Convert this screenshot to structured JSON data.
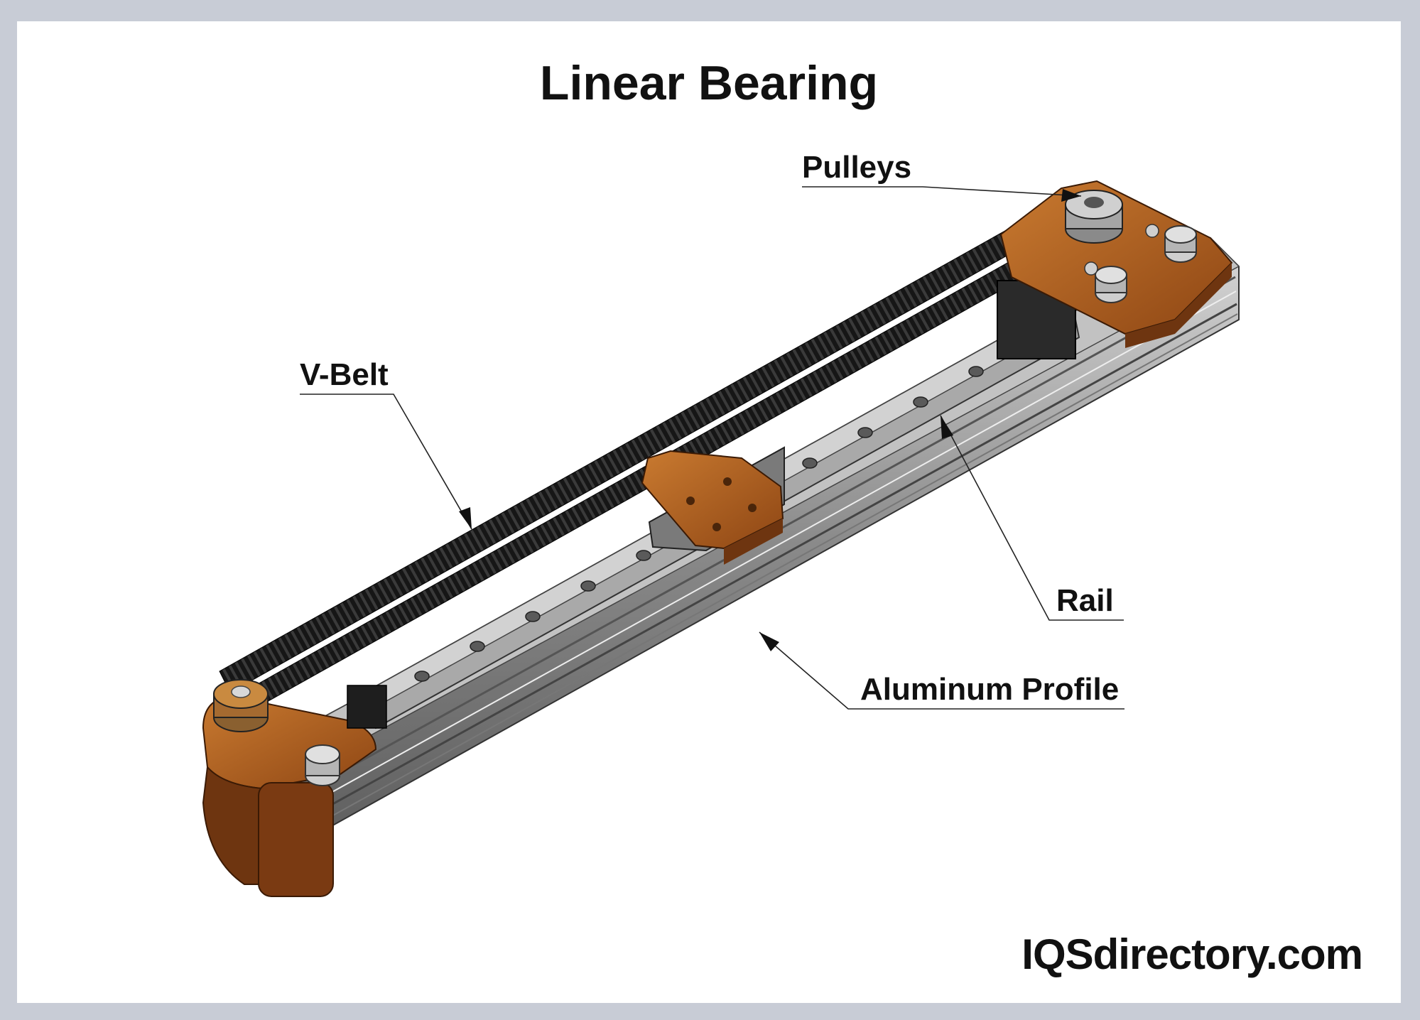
{
  "title": "Linear Bearing",
  "labels": {
    "pulleys": "Pulleys",
    "v_belt": "V-Belt",
    "rail": "Rail",
    "aluminum_profile": "Aluminum Profile"
  },
  "watermark": "IQSdirectory.com",
  "colors": {
    "bracket_orange": "#b5651d",
    "bracket_shadow": "#6e3510",
    "profile_gray": "#9a9a9a",
    "rail_gray": "#b4b4b4",
    "belt_black": "#141414",
    "frame_border": "#c8ccd6"
  }
}
